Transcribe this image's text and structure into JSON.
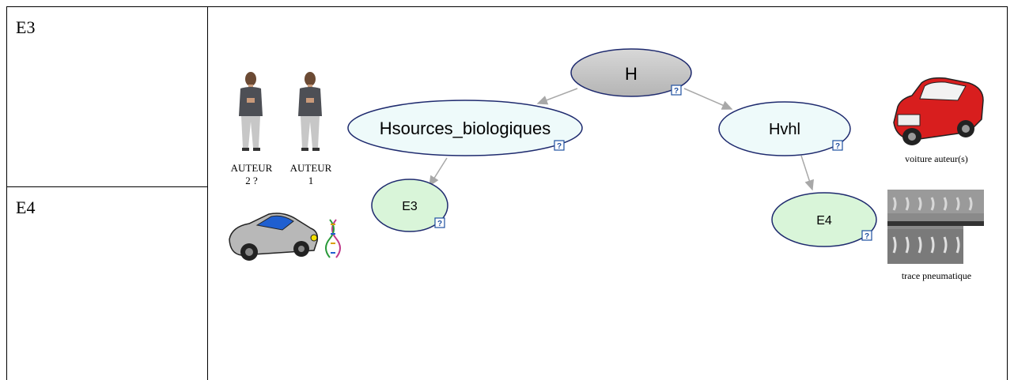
{
  "table": {
    "left_cells": [
      {
        "label": "E3"
      },
      {
        "label": "E4"
      }
    ]
  },
  "diagram": {
    "nodes": {
      "H": "H",
      "Hsources": "Hsources_biologiques",
      "Hvhl": "Hvhl",
      "E3": "E3",
      "E4": "E4"
    },
    "help_badge": "?",
    "colors": {
      "root_fill": "#c4c4c4",
      "hyp_fill": "#eefafa",
      "evidence_fill": "#d9f5d9",
      "stroke": "#1e2a6e",
      "arrow": "#a8a8a8",
      "car_red": "#d81e1e",
      "car_grey": "#b8b8b8"
    },
    "captions": {
      "author2_line1": "AUTEUR",
      "author2_line2": "2 ?",
      "author1_line1": "AUTEUR",
      "author1_line2": "1",
      "voiture": "voiture auteur(s)",
      "trace": "trace pneumatique"
    },
    "icons": [
      "person-icon",
      "grey-car-icon",
      "dna-icon",
      "red-car-icon",
      "tire-trace-image"
    ]
  }
}
